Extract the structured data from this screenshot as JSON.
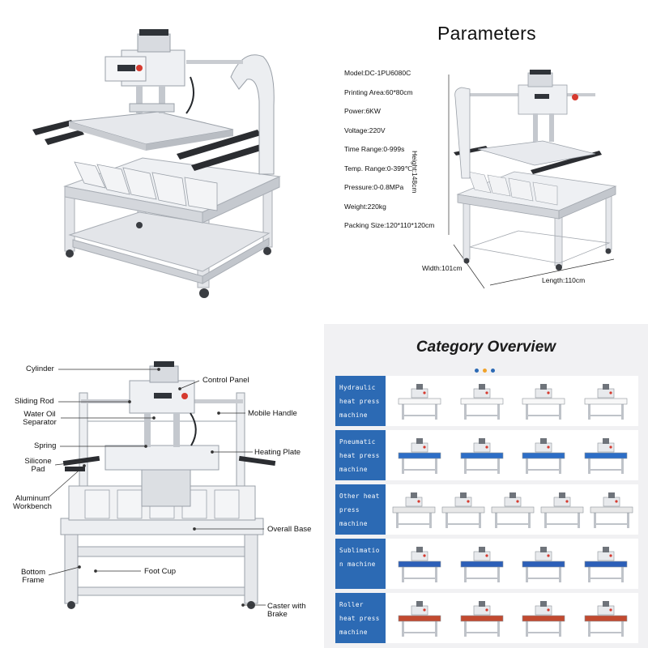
{
  "parameters": {
    "title": "Parameters",
    "items": [
      "Model:DC-1PU6080C",
      "Printing Area:60*80cm",
      "Power:6KW",
      "Voltage:220V",
      "Time Range:0-999s",
      "Temp. Range:0-399℃",
      "Pressure:0-0.8MPa",
      "Weight:220kg",
      "Packing Size:120*110*120cm"
    ],
    "dimensions": {
      "height": "Height:148cm",
      "width": "Width:101cm",
      "length": "Length:110cm"
    }
  },
  "annotations": {
    "cylinder": "Cylinder",
    "control_panel": "Control Panel",
    "sliding_rod": "Sliding Rod",
    "water_oil_separator_1": "Water Oil",
    "water_oil_separator_2": "Separator",
    "mobile_handle": "Mobile Handle",
    "spring": "Spring",
    "heating_plate": "Heating Plate",
    "silicone_pad_1": "Silicone",
    "silicone_pad_2": "Pad",
    "aluminum_workbench_1": "Aluminum",
    "aluminum_workbench_2": "Workbench",
    "overall_base": "Overall Base",
    "bottom_frame_1": "Bottom",
    "bottom_frame_2": "Frame",
    "foot_cup": "Foot Cup",
    "caster_1": "Caster with",
    "caster_2": "Brake"
  },
  "category": {
    "title": "Category Overview",
    "dot_colors": [
      "#2c6ab4",
      "#f0a22a",
      "#2c6ab4"
    ],
    "rows": [
      {
        "label": "Hydraulic heat press machine",
        "image_count": 4,
        "table_color": "#f8f8f8"
      },
      {
        "label": "Pneumatic heat press machine",
        "image_count": 4,
        "table_color": "#2d6ec6"
      },
      {
        "label": "Other heat press machine",
        "image_count": 5,
        "table_color": "#e8e8e8"
      },
      {
        "label": "Sublimation machine",
        "image_count": 4,
        "table_color": "#2c5fb8"
      },
      {
        "label": "Roller heat press machine",
        "image_count": 4,
        "table_color": "#c24a30"
      }
    ]
  },
  "colors": {
    "frame": "#d9dbe0",
    "frame_dark": "#9aa0a8",
    "accent_red": "#d63a2f",
    "label_blue": "#2c6ab4"
  }
}
